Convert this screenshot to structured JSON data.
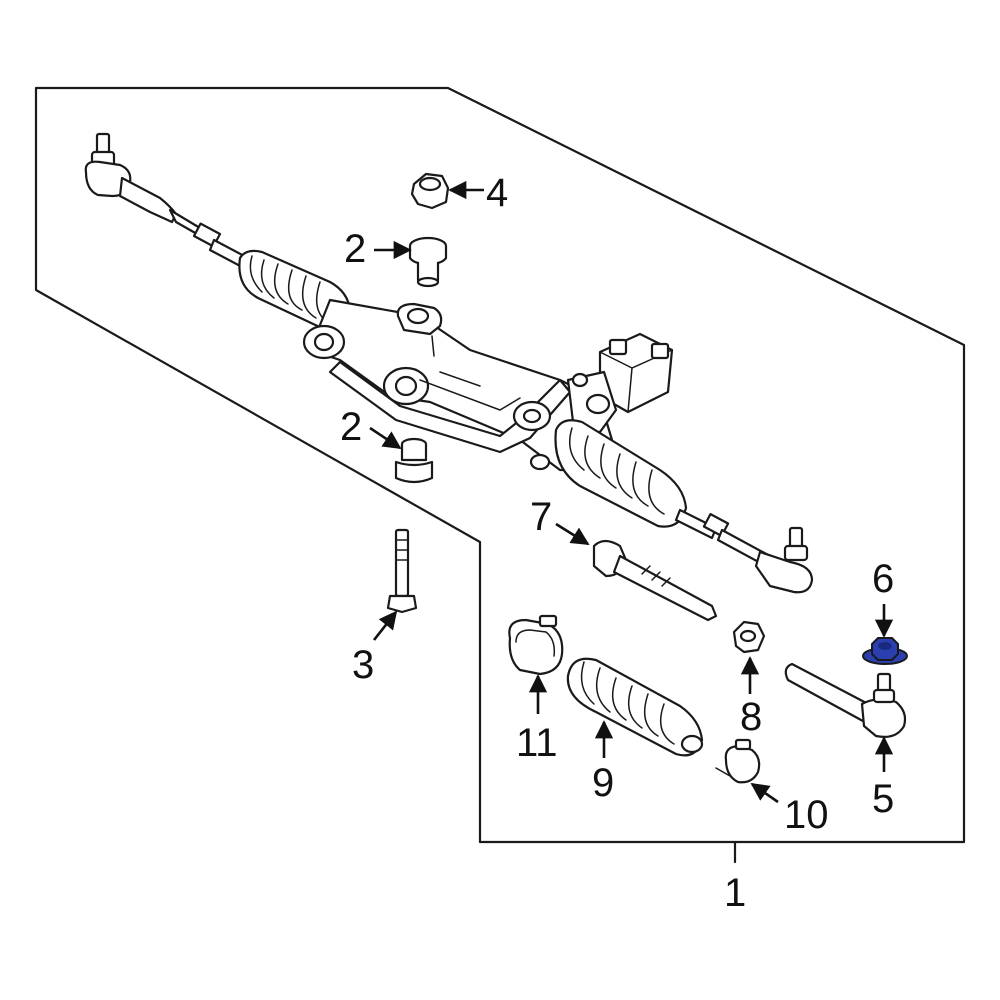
{
  "callouts": {
    "c1": "1",
    "c2a": "2",
    "c2b": "2",
    "c3": "3",
    "c4": "4",
    "c5": "5",
    "c6": "6",
    "c7": "7",
    "c8": "8",
    "c9": "9",
    "c10": "10",
    "c11": "11"
  },
  "colors": {
    "line": "#1a1a1a",
    "highlight": "#2b3fb0",
    "background": "#ffffff"
  }
}
